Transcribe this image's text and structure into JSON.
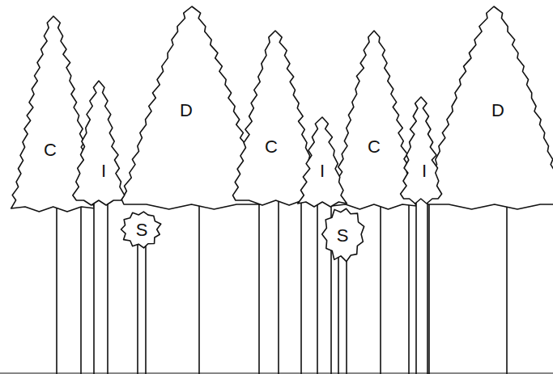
{
  "diagram": {
    "labels": [
      "C",
      "I",
      "S",
      "D",
      "C",
      "I",
      "S",
      "C",
      "I",
      "D"
    ]
  }
}
